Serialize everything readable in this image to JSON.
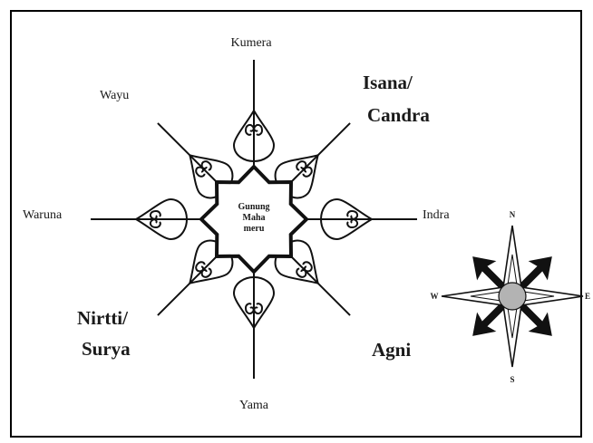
{
  "diagram": {
    "center_label": [
      "Gunung",
      "Maha",
      "meru"
    ],
    "directions": {
      "north": "Kumera",
      "northeast": [
        "Isana/",
        "Candra"
      ],
      "east": "Indra",
      "southeast": "Agni",
      "south": "Yama",
      "southwest": [
        "Nirtti/",
        "Surya"
      ],
      "west": "Waruna",
      "northwest": "Wayu"
    },
    "compass": {
      "n": "N",
      "e": "E",
      "s": "S",
      "w": "W",
      "center_fill": "#b3b3b3"
    },
    "colors": {
      "stroke": "#111111",
      "background": "#ffffff",
      "frame": "#000000"
    }
  }
}
